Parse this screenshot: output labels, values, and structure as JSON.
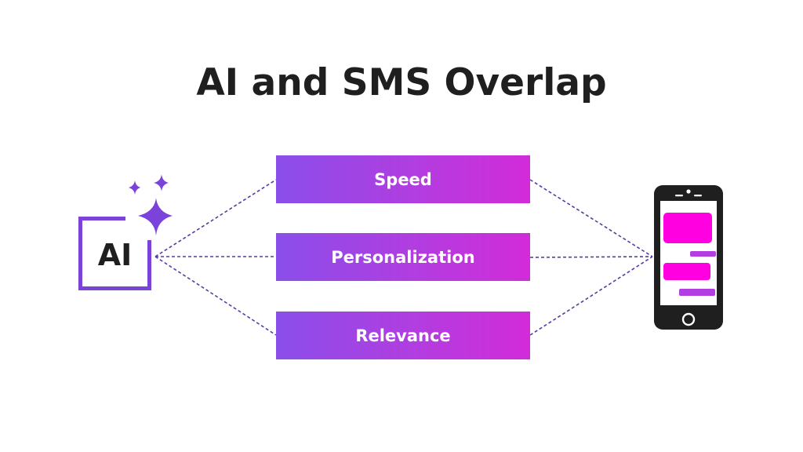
{
  "title": "AI and SMS Overlap",
  "ai_badge": {
    "label": "AI",
    "icon": "ai-sparkle-icon",
    "accent_color": "#7b43d9"
  },
  "pillars": [
    {
      "label": "Speed"
    },
    {
      "label": "Personalization"
    },
    {
      "label": "Relevance"
    }
  ],
  "phone": {
    "icon": "smartphone-sms-icon",
    "bubble_color": "#ff00e0",
    "small_bubble_color": "#b23de0"
  },
  "colors": {
    "gradient_start": "#8a4eea",
    "gradient_end": "#d22bd8",
    "connector": "#5a3aa0",
    "title": "#1f1f1f"
  }
}
